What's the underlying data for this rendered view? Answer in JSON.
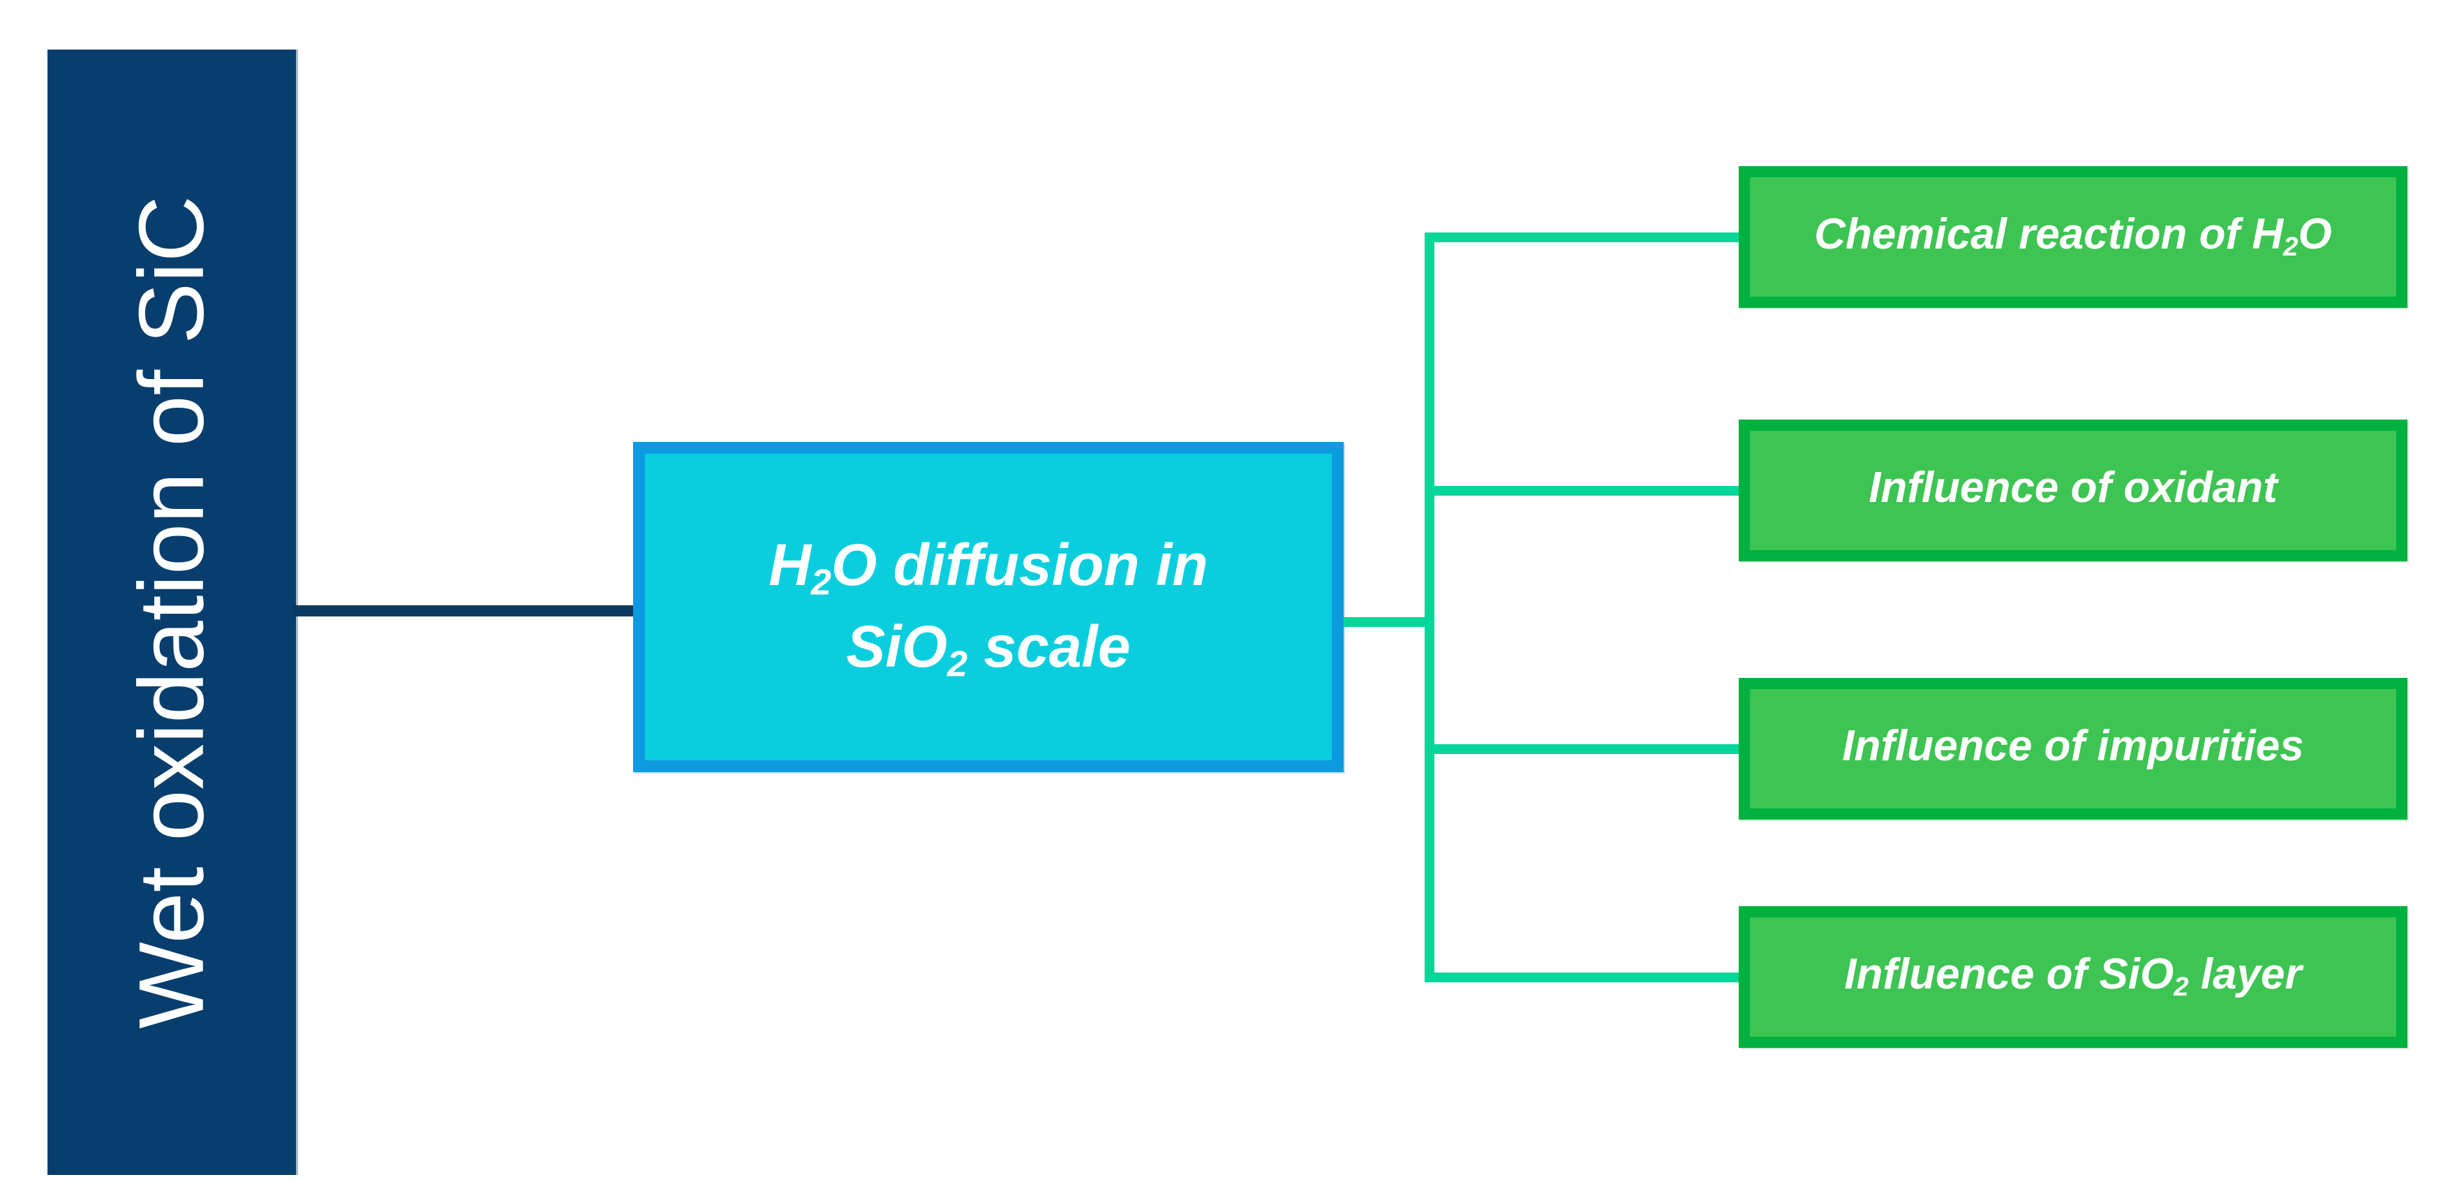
{
  "diagram": {
    "type": "tree-diagram",
    "title": "Wet oxidation of SiC",
    "orientation": "left-to-right",
    "colors": {
      "root_fill": "#073E6D",
      "root_connector": "#0A3A61",
      "center_border": "#0C9BE0",
      "center_fill": "#0ACEDE",
      "branch_connector": "#05D79B",
      "leaf_border": "#00B140",
      "leaf_fill": "#3DC453",
      "text": "#FFFFFF",
      "background": "#FFFFFF"
    },
    "root": {
      "label": "Wet oxidation of SiC"
    },
    "center": {
      "line1_pre": "H",
      "line1_sub": "2",
      "line1_post": "O diffusion  in",
      "line2_pre": "SiO",
      "line2_sub": "2",
      "line2_post": " scale",
      "plain_text": "H2O diffusion in SiO2 scale"
    },
    "leaves": [
      {
        "pre": "Chemical reaction of H",
        "sub": "2",
        "post": "O",
        "plain_text": "Chemical reaction of H2O"
      },
      {
        "pre": "Influence of oxidant",
        "sub": "",
        "post": "",
        "plain_text": "Influence of oxidant"
      },
      {
        "pre": "Influence of impurities",
        "sub": "",
        "post": "",
        "plain_text": "Influence of impurities"
      },
      {
        "pre": "Influence of SiO",
        "sub": "2",
        "post": " layer",
        "plain_text": "Influence of SiO2 layer"
      }
    ]
  }
}
